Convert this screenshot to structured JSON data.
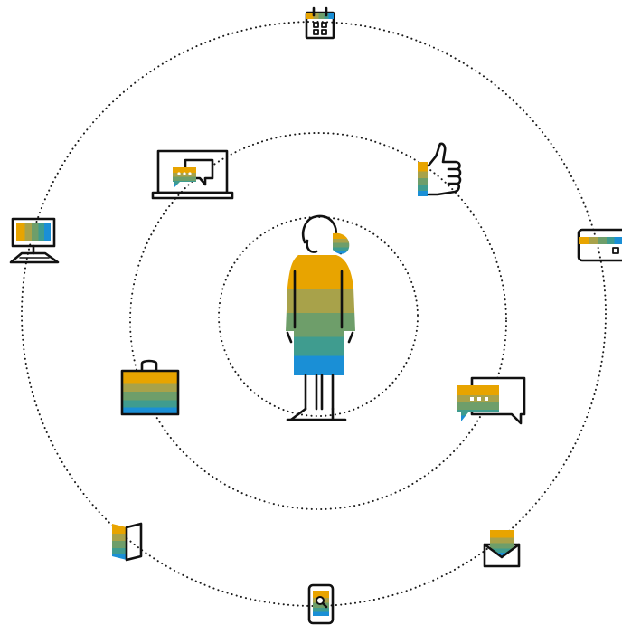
{
  "palette": {
    "gold": "#E8A400",
    "olive": "#A8A24A",
    "sage": "#6E9E6A",
    "teal": "#3F9C8F",
    "blue": "#1A8FD6",
    "ink": "#111111",
    "background": "#FFFFFF"
  },
  "diagram": {
    "rings": [
      "inner",
      "middle",
      "outer"
    ],
    "center": "person-figure",
    "middle_ring_icons": [
      "laptop-chat-icon",
      "thumbs-up-icon",
      "chat-bubbles-icon",
      "shopping-bag-icon"
    ],
    "outer_ring_icons": [
      "calendar-icon",
      "desktop-computer-icon",
      "credit-card-icon",
      "brochure-icon",
      "envelope-icon",
      "smartphone-search-icon"
    ]
  }
}
